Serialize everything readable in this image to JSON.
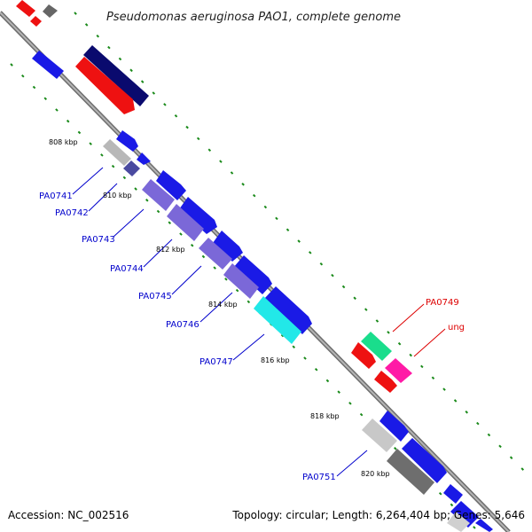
{
  "title": "Pseudomonas aeruginosa PAO1, complete genome",
  "footer": {
    "accession": "Accession: NC_002516",
    "topology": "Topology: circular; Length: 6,264,404 bp; Genes: 5,646"
  },
  "colors": {
    "backbone": "#8c8c8c",
    "ticks": "#1a8a1a",
    "label_blue": "#0000cc",
    "label_red": "#dd0000"
  },
  "ticks": [
    "808 kbp",
    "810 kbp",
    "812 kbp",
    "814 kbp",
    "816 kbp",
    "818 kbp",
    "820 kbp"
  ],
  "genes": [
    {
      "name": "PA0741",
      "color": "#0000cc"
    },
    {
      "name": "PA0742",
      "color": "#0000cc"
    },
    {
      "name": "PA0743",
      "color": "#0000cc"
    },
    {
      "name": "PA0744",
      "color": "#0000cc"
    },
    {
      "name": "PA0745",
      "color": "#0000cc"
    },
    {
      "name": "PA0746",
      "color": "#0000cc"
    },
    {
      "name": "PA0747",
      "color": "#0000cc"
    },
    {
      "name": "PA0749",
      "color": "#dd0000"
    },
    {
      "name": "ung",
      "color": "#dd0000"
    },
    {
      "name": "PA0751",
      "color": "#0000cc"
    }
  ]
}
